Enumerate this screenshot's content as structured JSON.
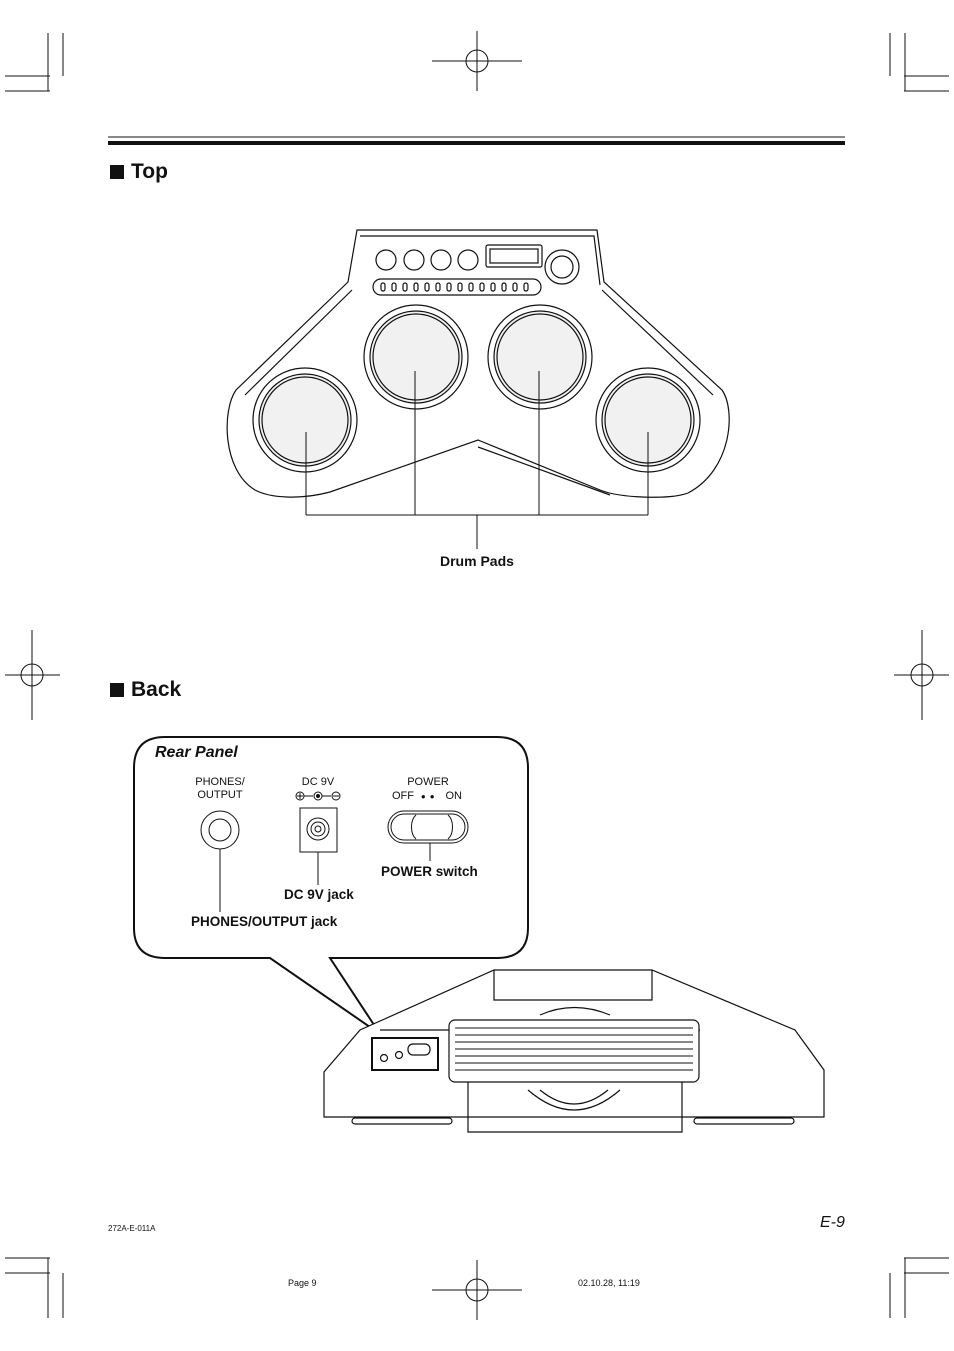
{
  "sections": {
    "top_heading": "Top",
    "back_heading": "Back"
  },
  "top": {
    "drum_pads_label": "Drum Pads"
  },
  "rear_panel": {
    "title": "Rear Panel",
    "phones_output_label_line1": "PHONES/",
    "phones_output_label_line2": "OUTPUT",
    "dc9v_label": "DC 9V",
    "dc9v_polarity": "⊕-◐-⊖",
    "power_label": "POWER",
    "power_off": "OFF",
    "power_on": "ON",
    "power_switch_caption": "POWER switch",
    "dc9v_jack_caption": "DC 9V jack",
    "phones_output_jack_caption": "PHONES/OUTPUT jack"
  },
  "footer": {
    "page_code": "E-9",
    "doc_code": "272A-E-011A",
    "page_text": "Page 9",
    "timestamp": "02.10.28, 11:19"
  }
}
